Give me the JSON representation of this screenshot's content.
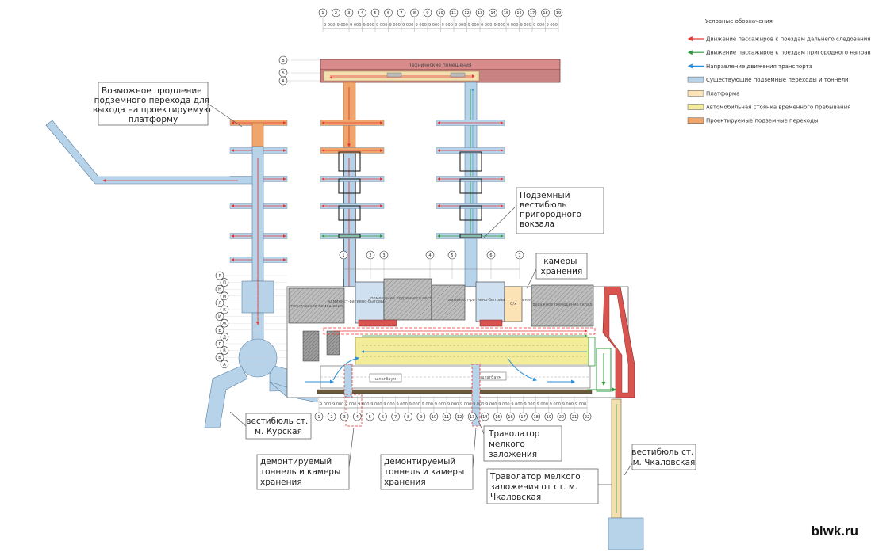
{
  "legend": {
    "title": "Условные обозначения",
    "items": [
      {
        "text": "Движение пассажиров к поездам дальнего следования",
        "color": "#e53935",
        "kind": "arrow"
      },
      {
        "text": "Движение пассажиров к поездам пригородного направления",
        "color": "#2e9b3a",
        "kind": "arrow"
      },
      {
        "text": "Направление движения транспорта",
        "color": "#2a8fd6",
        "kind": "arrow"
      },
      {
        "text": "Существующие подземные переходы и тоннели",
        "color": "#b7d3ea",
        "kind": "swatch"
      },
      {
        "text": "Платформа",
        "color": "#fbe3b6",
        "kind": "swatch"
      },
      {
        "text": "Автомобильная стоянка временного пребывания",
        "color": "#f3ec9a",
        "kind": "swatch"
      },
      {
        "text": "Проектируемые подземные переходы",
        "color": "#f0a66a",
        "kind": "swatch"
      }
    ]
  },
  "callouts": {
    "extension": [
      "Возможное продление",
      "подземного перехода для",
      "выхода на проектируемую",
      "платформу"
    ],
    "vestibule_suburban": [
      "Подземный",
      "вестибюль",
      "пригородного",
      "вокзала"
    ],
    "storage": [
      "камеры",
      "хранения"
    ],
    "kurskaya": [
      "вестибюль ст.",
      "м. Курская"
    ],
    "dismantled_1": [
      "демонтируемый",
      "тоннель и камеры",
      "хранения"
    ],
    "dismantled_2": [
      "демонтируемый",
      "тоннель и камеры",
      "хранения"
    ],
    "travolator": [
      "Траволатор",
      "мелкого",
      "заложения"
    ],
    "travolator_chkalov": [
      "Траволатор мелкого",
      "заложения от ст. м.",
      "Чкаловская"
    ],
    "chkalovskaya": [
      "вестибюль ст.",
      "м. Чкаловская"
    ]
  },
  "building_labels": {
    "tech_rooms": "Технические помещения",
    "admin_left": "админист-ративно-бытовые помещения",
    "admin_right": "админист-ративно-бытовые помещения",
    "service_mid": "помещение подземного вестибюля",
    "left_block": "технические помещения",
    "right_block": "багажное помещение склад",
    "parking_1": "шлагбаум",
    "parking_2": "шлагбаум",
    "cx": "С/х"
  },
  "grid": {
    "top_axes": [
      "1",
      "2",
      "3",
      "4",
      "5",
      "6",
      "7",
      "8",
      "9",
      "10",
      "11",
      "12",
      "13",
      "14",
      "15",
      "16",
      "17",
      "18",
      "19"
    ],
    "bottom_axes": [
      "1",
      "2",
      "3",
      "4",
      "5",
      "6",
      "7",
      "8",
      "9",
      "10",
      "11",
      "12",
      "13",
      "14",
      "15",
      "16",
      "17",
      "18",
      "19",
      "20",
      "21",
      "22"
    ],
    "mid_axes": [
      "1",
      "2",
      "3",
      "4",
      "5",
      "6",
      "7"
    ],
    "left_axes_top": [
      "В",
      "Б",
      "А"
    ],
    "left_axes_bottom": [
      "Р",
      "П",
      "Н",
      "М",
      "Л",
      "К",
      "И",
      "Ж",
      "Е",
      "Д",
      "Г",
      "В",
      "Б",
      "А"
    ],
    "span_label": "9 000"
  },
  "watermark": "blwk.ru"
}
